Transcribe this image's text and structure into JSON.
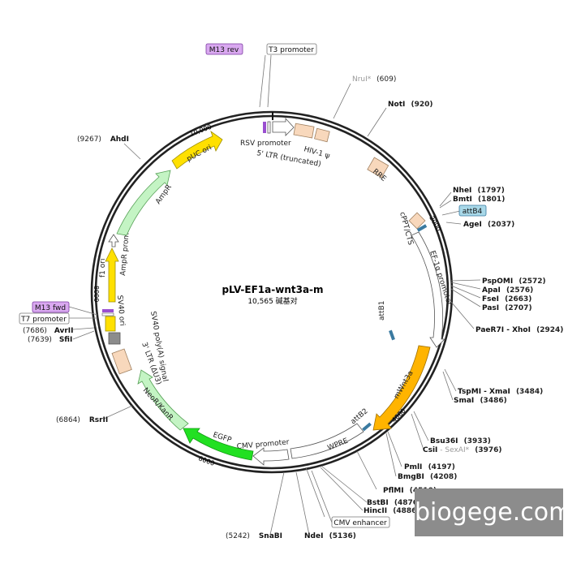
{
  "plasmid": {
    "name": "pLV-EF1a-wnt3a-m",
    "size": "10,565 碱基对"
  },
  "sites": [
    {
      "name": "NruI*",
      "pos": "(609)",
      "gray": true
    },
    {
      "name": "NotI",
      "pos": "(920)"
    },
    {
      "name": "NheI",
      "pos": "(1797)"
    },
    {
      "name": "BmtI",
      "pos": "(1801)"
    },
    {
      "name": "AgeI",
      "pos": "(2037)"
    },
    {
      "name": "PspOMI",
      "pos": "(2572)"
    },
    {
      "name": "ApaI",
      "pos": "(2576)"
    },
    {
      "name": "FseI",
      "pos": "(2663)"
    },
    {
      "name": "PasI",
      "pos": "(2707)"
    },
    {
      "name": "PaeR7I - XhoI",
      "pos": "(2924)"
    },
    {
      "name": "TspMI - XmaI",
      "pos": "(3484)"
    },
    {
      "name": "SmaI",
      "pos": "(3486)"
    },
    {
      "name": "Bsu36I",
      "pos": "(3933)"
    },
    {
      "name": "CsiI",
      "name2": " - SexAI*",
      "pos": "(3976)"
    },
    {
      "name": "PmlI",
      "pos": "(4197)"
    },
    {
      "name": "BmgBI",
      "pos": "(4208)"
    },
    {
      "name": "PflMI",
      "pos": "(4510)"
    },
    {
      "name": "BstBI",
      "pos": "(4876)"
    },
    {
      "name": "HincII",
      "pos": "(4886)"
    },
    {
      "name": "NdeI",
      "pos": "(5136)"
    },
    {
      "name": "SnaBI",
      "pos": "(5242)"
    },
    {
      "name": "RsrII",
      "pos": "(6864)"
    },
    {
      "name": "SfiI",
      "pos": "(7639)"
    },
    {
      "name": "AvrII",
      "pos": "(7686)"
    },
    {
      "name": "AhdI",
      "pos": "(9267)"
    }
  ],
  "boxed_labels": [
    {
      "text": "M13 rev",
      "kind": "primer"
    },
    {
      "text": "T3 promoter",
      "kind": "promoter"
    },
    {
      "text": "attB4",
      "kind": "att"
    },
    {
      "text": "CMV enhancer",
      "kind": "promoter"
    },
    {
      "text": "M13 fwd",
      "kind": "primer"
    },
    {
      "text": "T7 promoter",
      "kind": "promoter"
    }
  ],
  "features": {
    "rsv": "RSV promoter",
    "ltr5": "5' LTR (truncated)",
    "hiv": "HIV-1 ψ",
    "rre": "RRE",
    "cppt": "cPPT/CTS",
    "ef1a": "EF-1α promoter",
    "attb1": "attB1",
    "mwnt3a": "mWnt3a",
    "attb2": "attB2",
    "wpre": "WPRE",
    "cmv": "CMV promoter",
    "egfp": "EGFP",
    "neo": "NeoR/KanR",
    "ltr3": "3' LTR (ΔU3)",
    "sv40pa": "SV40 poly(A) signal",
    "sv40ori": "SV40 ori",
    "f1": "f1 ori",
    "amppro": "AmpR promoter",
    "ampr": "AmpR",
    "puc": "pUC ori"
  },
  "ticks": [
    "10,000",
    "2000",
    "4000",
    "6000",
    "8000"
  ],
  "watermark": "biogege.com",
  "colors": {
    "yellow": "#ffe000",
    "orange": "#ffb400",
    "green": "#22e022",
    "pale_green": "#c4f4c4",
    "peach": "#f8d8bc",
    "primer": "#d9a8f0",
    "att": "#a8d8e8",
    "gray_feature": "#8c8c8c"
  }
}
